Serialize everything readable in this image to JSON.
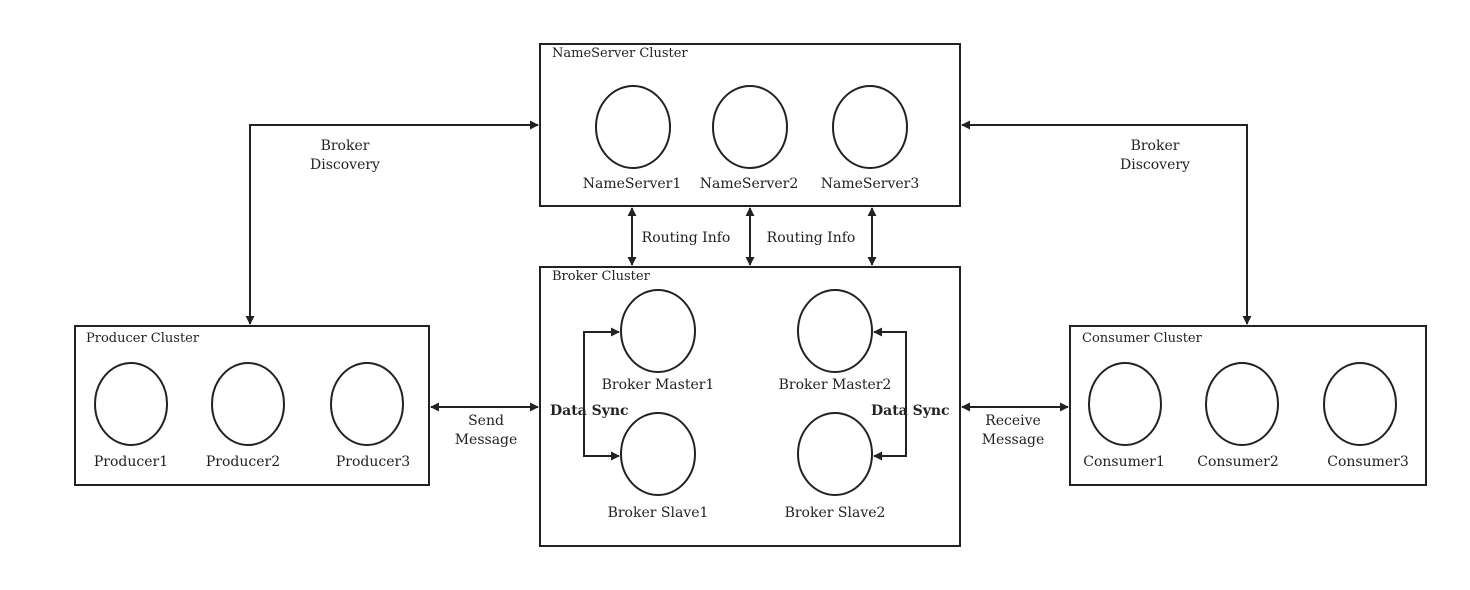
{
  "clusters": {
    "nameserver": {
      "title": "NameServer Cluster",
      "nodes": [
        "NameServer1",
        "NameServer2",
        "NameServer3"
      ]
    },
    "broker": {
      "title": "Broker Cluster",
      "nodes": [
        "Broker Master1",
        "Broker Master2",
        "Broker Slave1",
        "Broker Slave2"
      ]
    },
    "producer": {
      "title": "Producer Cluster",
      "nodes": [
        "Producer1",
        "Producer2",
        "Producer3"
      ]
    },
    "consumer": {
      "title": "Consumer Cluster",
      "nodes": [
        "Consumer1",
        "Consumer2",
        "Consumer3"
      ]
    }
  },
  "edges": {
    "broker_discovery_left": [
      "Broker",
      "Discovery"
    ],
    "broker_discovery_right": [
      "Broker",
      "Discovery"
    ],
    "routing_info_1": "Routing Info",
    "routing_info_2": "Routing Info",
    "send_message": [
      "Send",
      "Message"
    ],
    "receive_message": [
      "Receive",
      "Message"
    ],
    "data_sync_left": "Data Sync",
    "data_sync_right": "Data Sync"
  }
}
